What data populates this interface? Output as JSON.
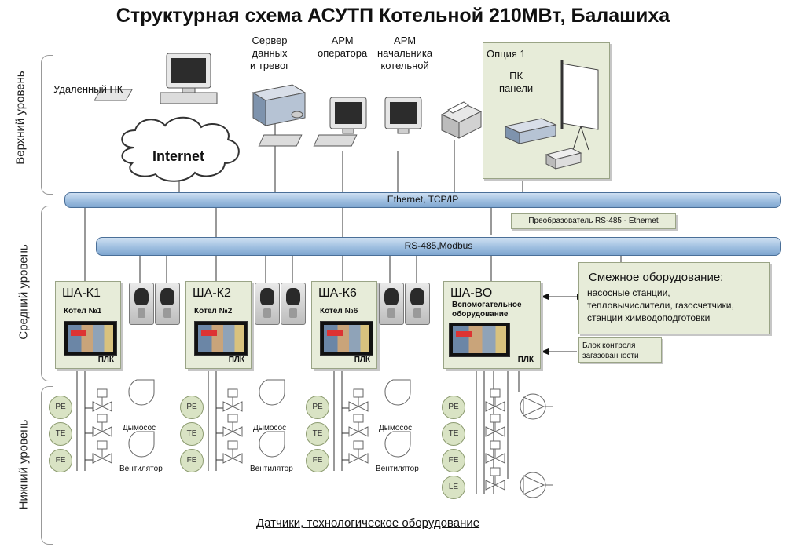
{
  "title": "Структурная схема АСУТП Котельной 210МВт, Балашиха",
  "levels": {
    "top": "Верхний уровень",
    "middle": "Средний уровень",
    "bottom": "Нижний уровень"
  },
  "top_devices": {
    "remote_pc": "Удаленный ПК",
    "internet": "Internet",
    "server": "Сервер\nданных\nи тревог",
    "arm_operator": "АРМ\nоператора",
    "arm_chief": "АРМ\nначальника\nкотельной",
    "option_title": "Опция 1",
    "pc_panel": "ПК\nпанели"
  },
  "buses": {
    "ethernet": "Ethernet, TCP/IP",
    "rs485": "RS-485,Modbus"
  },
  "converter": "Преобразователь RS-485 - Ethernet",
  "cabinets": [
    {
      "name": "ША-К1",
      "sub": "Котел №1",
      "plc": "ПЛК"
    },
    {
      "name": "ША-К2",
      "sub": "Котел №2",
      "plc": "ПЛК"
    },
    {
      "name": "ША-К6",
      "sub": "Котел №6",
      "plc": "ПЛК"
    },
    {
      "name": "ША-ВО",
      "sub": "Вспомогательное\nоборудование",
      "plc": "ПЛК"
    }
  ],
  "adjacent": {
    "title": "Смежное оборудование:",
    "lines": [
      "насосные станции,",
      "тепловычислители, газосчетчики,",
      "станции химводоподготовки"
    ]
  },
  "gas_block": "Блок контроля\nзагазованности",
  "sensors": {
    "pe": "PE",
    "te": "TE",
    "fe": "FE",
    "le": "LE"
  },
  "equipment": {
    "smoke": "Дымосос",
    "fan": "Вентилятор"
  },
  "bottom_caption": "Датчики, технологическое оборудование"
}
